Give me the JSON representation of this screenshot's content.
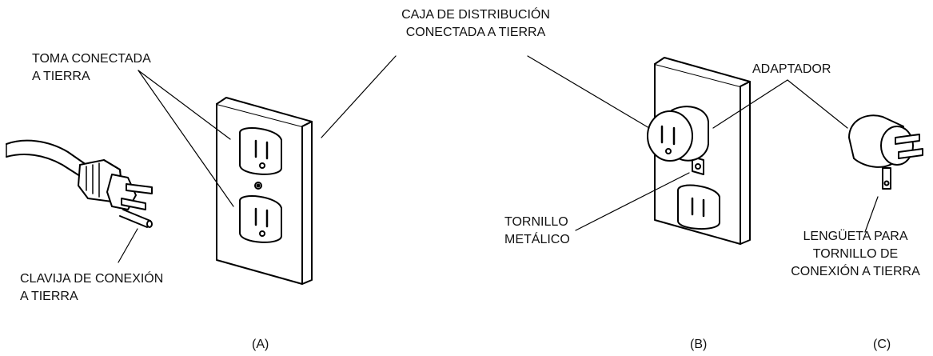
{
  "labels": {
    "junction_box_1": "CAJA DE DISTRIBUCIÓN",
    "junction_box_2": "CONECTADA A TIERRA",
    "grounded_outlet_1": "TOMA CONECTADA",
    "grounded_outlet_2": "A TIERRA",
    "adapter": "ADAPTADOR",
    "metal_screw_1": "TORNILLO",
    "metal_screw_2": "METÁLICO",
    "ground_pin_1": "CLAVIJA DE CONEXIÓN",
    "ground_pin_2": "A TIERRA",
    "tab_1": "LENGÜETA PARA",
    "tab_2": "TORNILLO DE",
    "tab_3": "CONEXIÓN A TIERRA",
    "fig_a": "(A)",
    "fig_b": "(B)",
    "fig_c": "(C)"
  }
}
